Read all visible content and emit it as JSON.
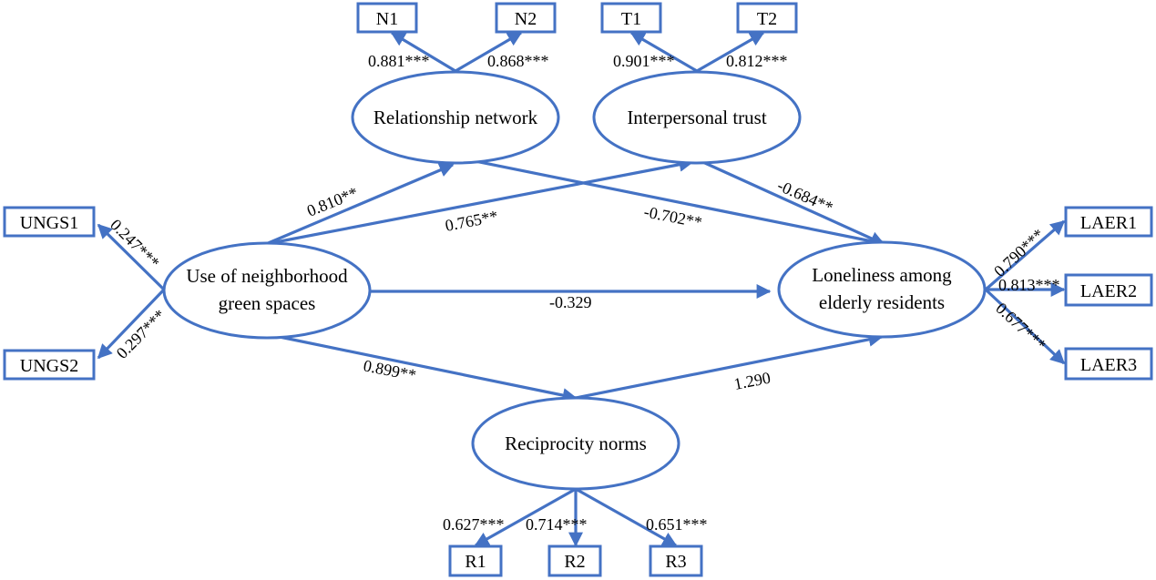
{
  "latent_nodes": {
    "ungs": {
      "line1": "Use of neighborhood",
      "line2": "green spaces"
    },
    "laer": {
      "line1": "Loneliness among",
      "line2": "elderly residents"
    },
    "relationship_network": {
      "label": "Relationship network"
    },
    "interpersonal_trust": {
      "label": "Interpersonal trust"
    },
    "reciprocity_norms": {
      "label": "Reciprocity norms"
    }
  },
  "indicators": {
    "n1": "N1",
    "n2": "N2",
    "t1": "T1",
    "t2": "T2",
    "ungs1": "UNGS1",
    "ungs2": "UNGS2",
    "laer1": "LAER1",
    "laer2": "LAER2",
    "laer3": "LAER3",
    "r1": "R1",
    "r2": "R2",
    "r3": "R3"
  },
  "paths": {
    "ungs_to_rn": "0.810**",
    "ungs_to_it": "0.765**",
    "rn_to_laer": "-0.702**",
    "it_to_laer": "-0.684**",
    "ungs_to_laer": "-0.329",
    "ungs_to_rcp": "0.899**",
    "rcp_to_laer": "1.290"
  },
  "loadings": {
    "n1": "0.881***",
    "n2": "0.868***",
    "t1": "0.901***",
    "t2": "0.812***",
    "ungs1": "0.247***",
    "ungs2": "0.297***",
    "laer1": "0.790***",
    "laer2": "0.813***",
    "laer3": "0.677***",
    "r1": "0.627***",
    "r2": "0.714***",
    "r3": "0.651***"
  },
  "colors": {
    "accent": "#4472c4",
    "text": "#000000",
    "background": "#ffffff"
  }
}
